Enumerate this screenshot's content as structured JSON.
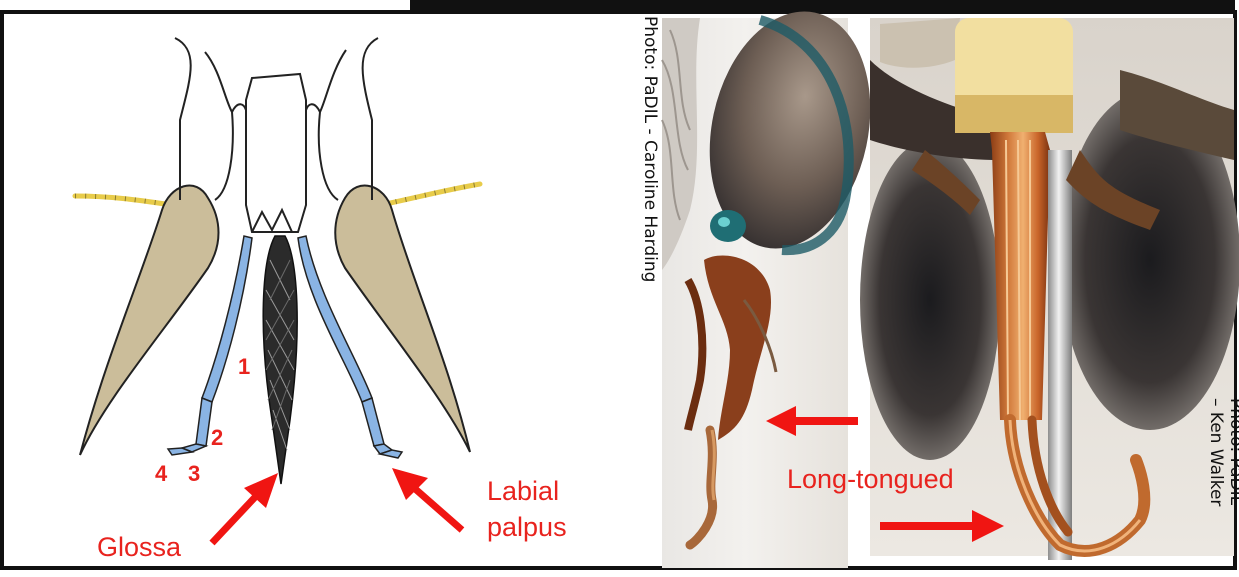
{
  "diagram": {
    "segment_numbers": [
      "1",
      "2",
      "3",
      "4"
    ],
    "labels": {
      "glossa": "Glossa",
      "labial_palpus_line1": "Labial",
      "labial_palpus_line2": "palpus"
    }
  },
  "photos": {
    "left_credit": "Photo: PaDIL - Caroline Harding",
    "right_credit_line1": "Photo: PaDIL",
    "right_credit_line2": "– Ken Walker",
    "caption": "Long-tongued"
  },
  "colors": {
    "frame": "#111111",
    "label_red": "#e8231e",
    "arrow_red": "#f01512",
    "palp_blue": "#8ab4e4",
    "maxilla_tan": "#cbbd9a",
    "antenna_yellow": "#e8cc4a",
    "glossa_dark": "#2b2b2b"
  }
}
